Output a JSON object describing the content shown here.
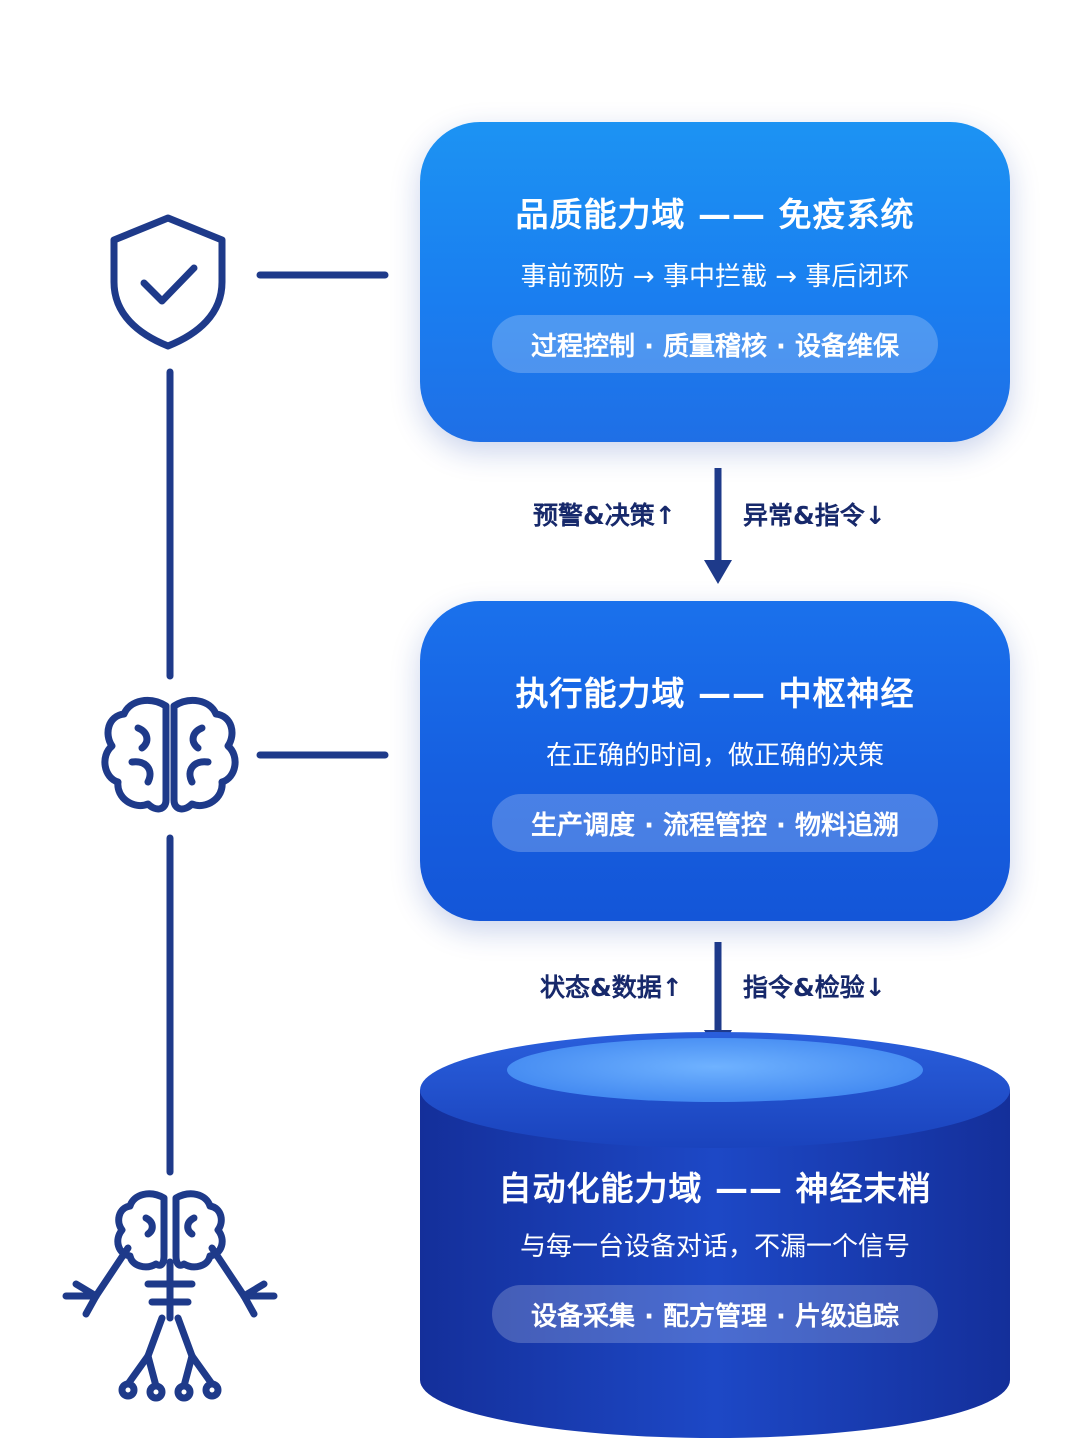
{
  "quality": {
    "title": "品质能力域 —— 免疫系统",
    "subtitle": "事前预防 → 事中拦截 → 事后闭环",
    "tags": "过程控制 · 质量稽核 · 设备维保"
  },
  "flow1": {
    "up_label": "预警&决策↑",
    "down_label": "异常&指令↓"
  },
  "execution": {
    "title": "执行能力域 —— 中枢神经",
    "subtitle": "在正确的时间，做正确的决策",
    "tags": "生产调度 · 流程管控 · 物料追溯"
  },
  "flow2": {
    "up_label": "状态&数据↑",
    "down_label": "指令&检验↓"
  },
  "automation": {
    "title": "自动化能力域 —— 神经末梢",
    "subtitle": "与每一台设备对话，不漏一个信号",
    "tags": "设备采集 · 配方管理 · 片级追踪"
  },
  "icons": {
    "quality": "shield-check-icon",
    "execution": "brain-icon",
    "automation": "nerve-robot-icon"
  },
  "colors": {
    "line_navy": "#1e3a8a",
    "card_top": "#1a84f1",
    "card_mid": "#1660e0",
    "cylinder": "#1a3fb8"
  }
}
